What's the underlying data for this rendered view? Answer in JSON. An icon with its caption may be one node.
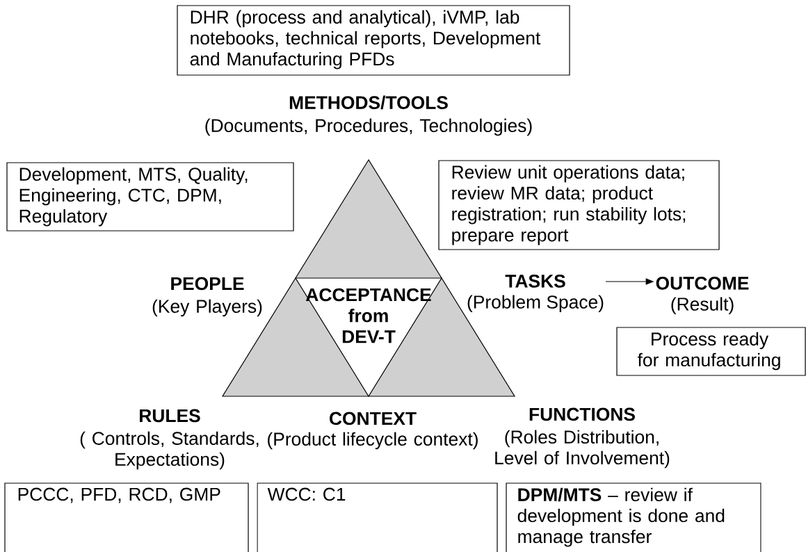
{
  "diagram": {
    "nodes": [
      {
        "text": [
          "DHR (process and analytical), iVMP, lab notebooks, technical reports, Development and Manufacturing PFDs"
        ]
      },
      {
        "text": [
          "Development, MTS, Quality, Engineering, CTC, DPM, Regulatory"
        ]
      },
      {
        "text": [
          "Review unit operations data; review MR data; product registration; run stability lots; prepare report"
        ]
      },
      {
        "text": [
          "ACCEPTANCE from DEV-T"
        ]
      },
      {
        "text": [
          "TASKS",
          "(Problem Space)"
        ]
      },
      {
        "text": [
          "OUTCOME",
          "(Result)"
        ]
      },
      {
        "text": [
          "Process ready for manufacturing"
        ]
      },
      {
        "text": [
          "PCCC, PFD, RCD, GMP"
        ]
      },
      {
        "text": [
          "WCC: C1"
        ]
      },
      {
        "text": [
          "**DPM/MTS** – review if development is done and manage transfer"
        ]
      }
    ],
    "edges": [
      {
        "from": 4,
        "to": 5,
        "arrow": "to"
      }
    ],
    "labels": [
      "METHODS/TOOLS",
      "(Documents, Procedures, Technologies)",
      "PEOPLE",
      "(Key Players)",
      "RULES",
      "( Controls, Standards, Expectations)",
      "CONTEXT",
      "(Product lifecycle context)",
      "FUNCTIONS",
      "(Roles Distribution, Level of Involvement)"
    ]
  }
}
